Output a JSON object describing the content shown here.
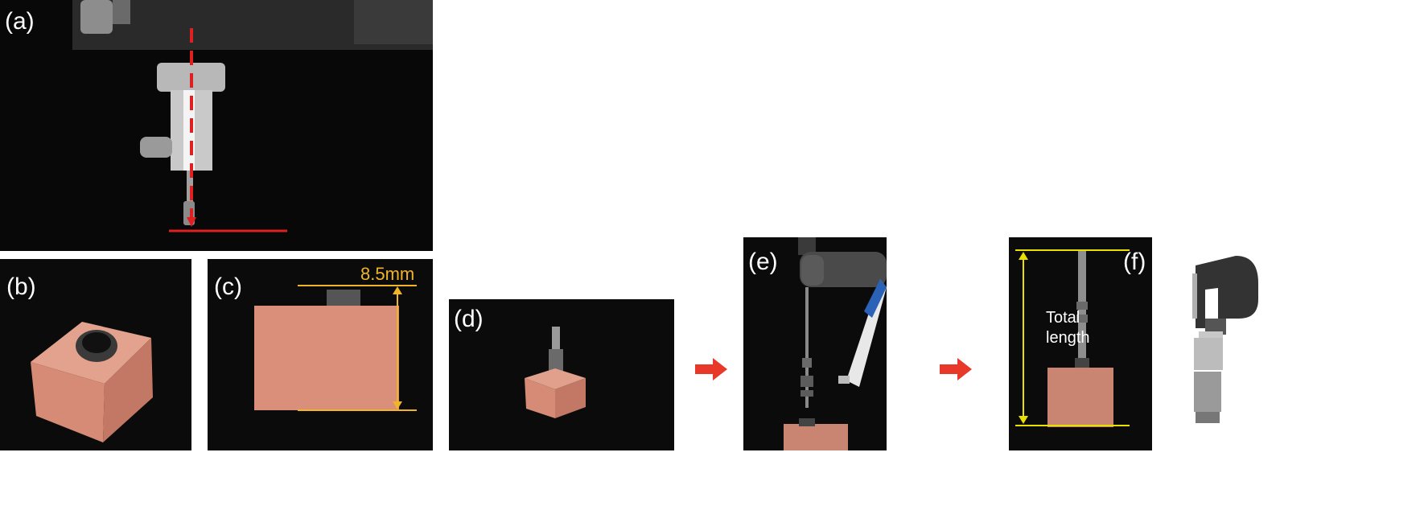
{
  "panels": {
    "a": {
      "label": "(a)"
    },
    "b": {
      "label": "(b)"
    },
    "c": {
      "label": "(c)",
      "dimension": "8.5mm"
    },
    "d": {
      "label": "(d)"
    },
    "e": {
      "label": "(e)"
    },
    "f": {
      "label": "(f)",
      "measure_text_1": "Total",
      "measure_text_2": "length"
    }
  },
  "icons": [
    "right-arrow-icon",
    "right-arrow-icon"
  ],
  "colors": {
    "guide_red": "#e02020",
    "dimension_yellow": "#f0b429",
    "length_yellow": "#e8e000",
    "arrow_red": "#e8382a",
    "block_pink": "#d98f7a",
    "background_dark": "#0b0b0b"
  }
}
